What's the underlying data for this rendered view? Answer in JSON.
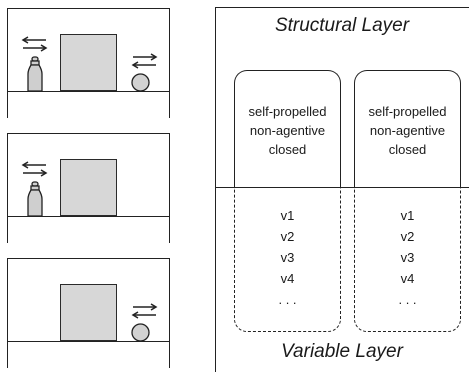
{
  "structural_layer": {
    "title": "Structural Layer"
  },
  "variable_layer": {
    "title": "Variable Layer"
  },
  "columns": [
    {
      "structural": [
        "self-propelled",
        "non-agentive",
        "closed"
      ],
      "variables": [
        "v1",
        "v2",
        "v3",
        "v4",
        ". . ."
      ]
    },
    {
      "structural": [
        "self-propelled",
        "non-agentive",
        "closed"
      ],
      "variables": [
        "v1",
        "v2",
        "v3",
        "v4",
        ". . ."
      ]
    }
  ],
  "scenes": [
    {
      "bottle": true,
      "ball": true
    },
    {
      "bottle": true,
      "ball": false
    },
    {
      "bottle": false,
      "ball": true
    }
  ],
  "colors": {
    "block": "#d7d7d7",
    "bottle": "#cfcfcf",
    "ball": "#d2d2d2",
    "line": "#222222"
  }
}
